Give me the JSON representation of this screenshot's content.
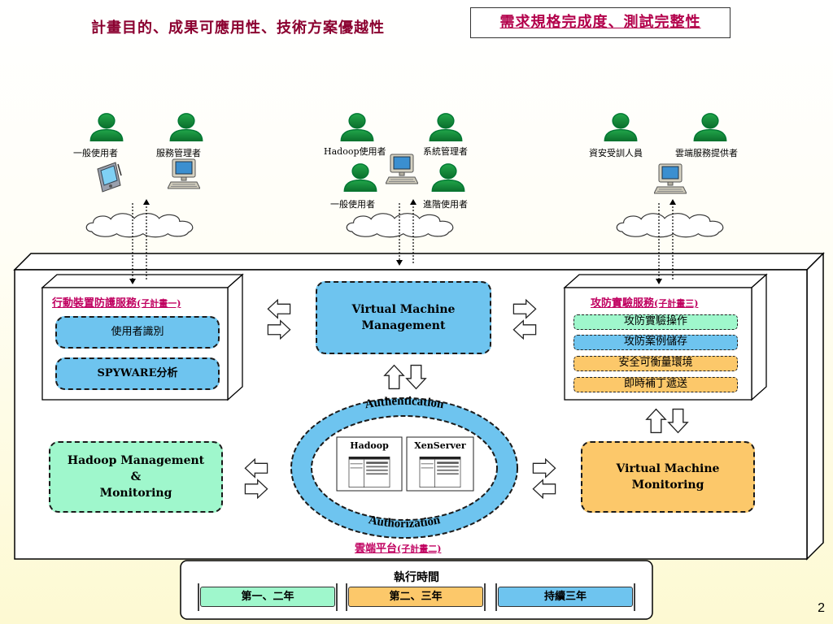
{
  "header": {
    "left_title": "計畫目的、成果可應用性、技術方案優越性",
    "right_title": "需求規格完成度、測試完整性"
  },
  "users": {
    "left": [
      "一般使用者",
      "服務管理者"
    ],
    "middle": [
      "Hadoop使用者",
      "系統管理者",
      "一般使用者",
      "進階使用者"
    ],
    "right": [
      "資安受訓人員",
      "雲端服務提供者"
    ]
  },
  "modules": {
    "mobile": {
      "title": "行動裝置防護服務",
      "title_note": "(子計畫一)",
      "items": [
        "使用者識別",
        "SPYWARE分析"
      ]
    },
    "vm_management": "Virtual Machine\nManagement",
    "attack": {
      "title": "攻防實驗服務",
      "title_note": "(子計畫三)",
      "items": [
        "攻防實驗操作",
        "攻防案例儲存",
        "安全可衡量環境",
        "即時補丁遞送"
      ]
    },
    "hadoop_mgmt": "Hadoop Management\n&\nMonitoring",
    "vm_monitoring": "Virtual Machine\nMonitoring",
    "core": {
      "top_label": "Authentication",
      "bottom_label": "Authorization",
      "left_box": "Hadoop",
      "right_box": "XenServer"
    },
    "platform_label": "雲端平台",
    "platform_note": "(子計畫二)"
  },
  "timeline": {
    "title": "執行時間",
    "phases": [
      {
        "label": "第一、二年",
        "color": "#9ff7cc"
      },
      {
        "label": "第二、三年",
        "color": "#fcc86a"
      },
      {
        "label": "持續三年",
        "color": "#6ec4ef"
      }
    ]
  },
  "page_number": "2"
}
